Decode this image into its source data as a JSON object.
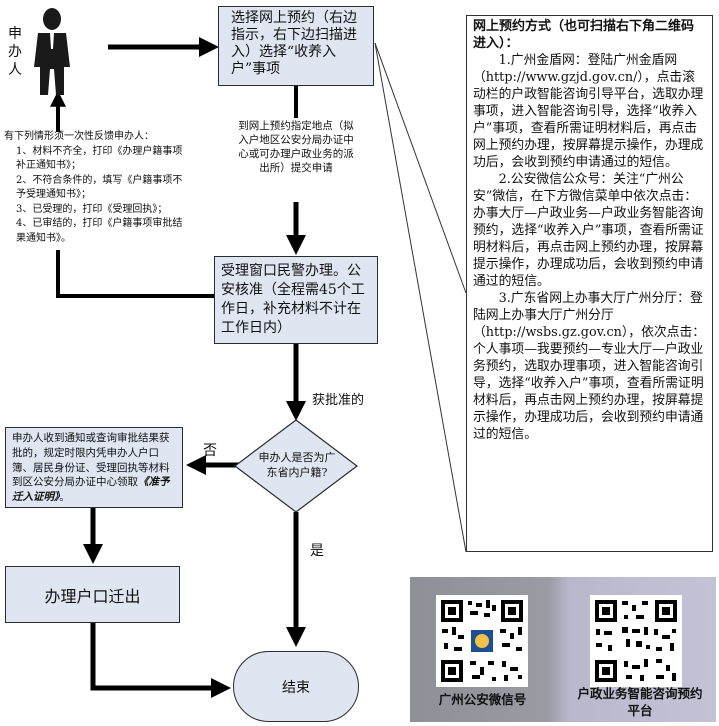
{
  "applicant_label": "申办人",
  "step_select": "选择网上预约（右边指示，右下边扫描进入）选择“收养入户”事项",
  "step_submit": "到网上预约指定地点（拟入户地区公安分局办证中心或可办理户政业务的派出所）提交申请",
  "step_accept": "受理窗口民警办理。公安核准（全程需45个工作日，补充材料不计在工作日内）",
  "notify": {
    "title": "有下列情形须一次性反馈申办人：",
    "items": [
      "1、材料不齐全，打印《办理户籍事项补正通知书》；",
      "2、不符合条件的，填写《户籍事项不予受理通知书》；",
      "3、已受理的，打印《受理回执》；",
      "4、已审结的，打印《户籍事项审批结果通知书》。"
    ]
  },
  "approved_label": "获批准的",
  "decision": "申办人是否为广东省内户籍?",
  "no_label": "否",
  "yes_label": "是",
  "step_migrate_cert": {
    "prefix": "申办人收到通知或查询审批结果获批的，规定时限内凭申办人户口簿、居民身份证、受理回执等材料到区公安分局办证中心领取",
    "emphasis": "《准予迁入证明》",
    "suffix": "。"
  },
  "step_move_out": "办理户口迁出",
  "end_label": "结束",
  "panel": {
    "title": "网上预约方式（也可扫描右下角二维码进入）：",
    "p1": "1.广州金盾网：登陆广州金盾网（http://www.gzjd.gov.cn/），点击滚动栏的户政智能咨询引导平台，选取办理事项，进入智能咨询引导，选择“收养入户”事项，查看所需证明材料后，再点击网上预约办理，按屏幕提示操作，办理成功后，会收到预约申请通过的短信。",
    "p2": "2.公安微信公众号：关注“广州公安”微信，在下方微信菜单中依次点击：办事大厅—户政业务—户政业务智能咨询预约，选择“收养入户”事项，查看所需证明材料后，再点击网上预约办理，按屏幕提示操作，办理成功后，会收到预约申请通过的短信。",
    "p3": "3.广东省网上办事大厅广州分厅：登陆网上办事大厅广州分厅（http://wsbs.gz.gov.cn），依次点击：个人事项—我要预约—专业大厅—户政业务预约，选取办理事项，进入智能咨询引导，选择“收养入户”事项，查看所需证明材料后，再点击网上预约办理，按屏幕提示操作，办理成功后，会收到预约申请通过的短信。"
  },
  "qr": {
    "left_label": "广州公安微信号",
    "right_label": "户政业务智能咨询预约平台"
  },
  "colors": {
    "box_fill": "#dfe6f1",
    "qr_band_left": "#8e9097",
    "qr_band_right": "#b9b7cc",
    "line": "#000000"
  }
}
